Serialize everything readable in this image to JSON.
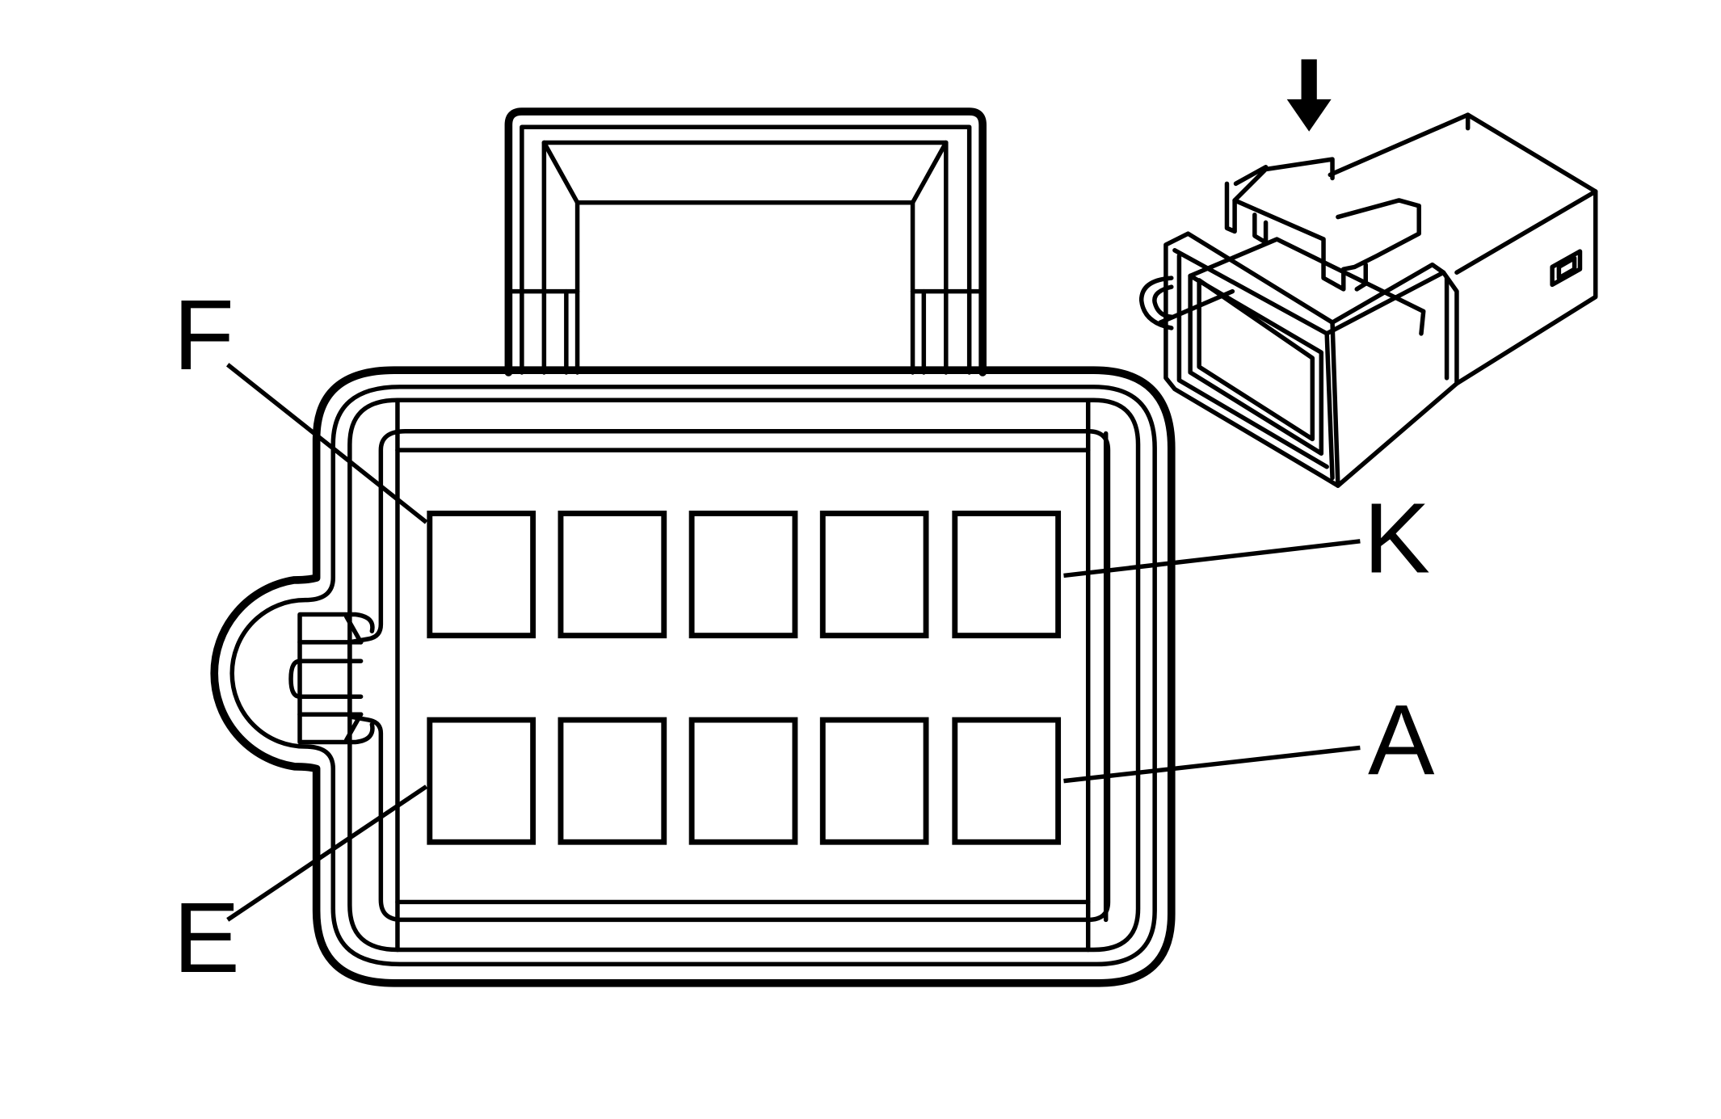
{
  "diagram": {
    "type": "connector-end-view",
    "cavity_rows": 2,
    "cavities_per_row": 5,
    "labels": {
      "top_left": "F",
      "top_right": "K",
      "bottom_right": "A",
      "bottom_left": "E"
    }
  },
  "icons": {
    "inset": "connector-isometric-icon",
    "arrow": "down-arrow-icon"
  }
}
